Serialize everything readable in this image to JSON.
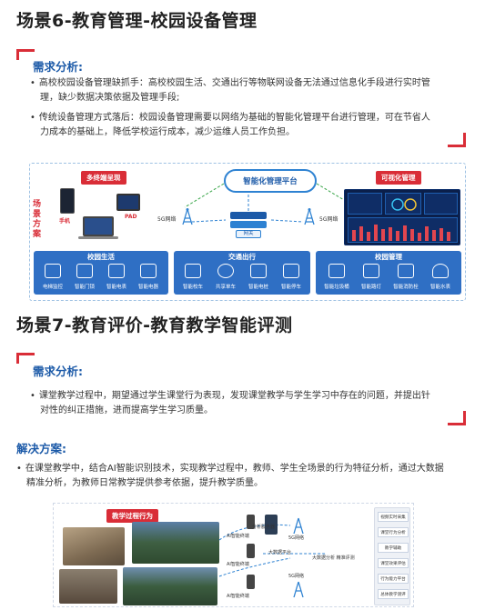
{
  "scene6": {
    "title": "场景6-教育管理-校园设备管理",
    "needs_heading": "需求分析:",
    "bullets": [
      "高校校园设备管理缺抓手：高校校园生活、交通出行等物联网设备无法通过信息化手段进行实时管理，缺少数据决策依据及管理手段;",
      "传统设备管理方式落后：校园设备管理需要以网络为基础的智能化管理平台进行管理，可在节省人力成本的基础上，降低学校运行成本，减少运维人员工作负担。"
    ],
    "bullet1_lines": [
      "高校校园设备管理缺抓手：高校校园生活、交通出行等物联网设备无法通过信息化手段进行实时管",
      "理，缺少数据决策依据及管理手段;"
    ],
    "bullet2_lines": [
      "传统设备管理方式落后：校园设备管理需要以网络为基础的智能化管理平台进行管理，可在节省人",
      "力成本的基础上，降低学校运行成本，减少运维人员工作负担。"
    ],
    "diagram": {
      "scene_label": "场景方案",
      "multi_terminal_tag": "多终端呈现",
      "visual_mgmt_tag": "可视化管理",
      "platform": "智能化管理平台",
      "phone": "手机",
      "pad": "PAD",
      "net_left": "5G网络",
      "net_right": "5G网络",
      "gateway": "网关",
      "bands": [
        {
          "title": "校园生活",
          "items": [
            "电梯监控",
            "智能门锁",
            "智能电表",
            "智能电器"
          ]
        },
        {
          "title": "交通出行",
          "items": [
            "智能校车",
            "共享单车",
            "智能电桩",
            "智能停车"
          ]
        },
        {
          "title": "校园管理",
          "items": [
            "智能垃圾桶",
            "智能路灯",
            "智能消防栓",
            "智能水表"
          ]
        }
      ]
    }
  },
  "scene7": {
    "title": "场景7-教育评价-教育教学智能评测",
    "needs_heading": "需求分析:",
    "needs_lines": [
      "课堂教学过程中，期望通过学生课堂行为表现，发现课堂教学与学生学习中存在的问题，并提出针",
      "对性的纠正措施，进而提高学生学习质量。"
    ],
    "needs_text": "课堂教学过程中，期望通过学生课堂行为表现，发现课堂教学与学生学习中存在的问题，并提出针对性的纠正措施，进而提高学生学习质量。",
    "solution_heading": "解决方案:",
    "solution_lines": [
      "在课堂教学中，结合AI智能识别技术，实现教学过程中，教师、学生全场景的行为特征分析，通过大数据",
      "精准分析，为教师日常教学提供参考依据，提升教学质量。"
    ],
    "solution_text": "在课堂教学中，结合AI智能识别技术，实现教学过程中，教师、学生全场景的行为特征分析，通过大数据精准分析，为教师日常教学提供参考依据，提升教学质量。",
    "diagram": {
      "tag": "教学过程行为",
      "labels": [
        "分析服务器",
        "AI智能终端",
        "AI智能终端",
        "AI智能终端",
        "5G网络",
        "5G网络",
        "大数据平台",
        "大数据分析 精准评测"
      ],
      "right_items": [
        "视频实时采集",
        "课堂行为分析",
        "教学辅助",
        "课堂效果评估",
        "行为能力平台",
        "总体教学测评"
      ]
    }
  },
  "colors": {
    "accent_red": "#d92d37",
    "heading_blue": "#1c5aa8",
    "band_blue": "#2f6fc4"
  }
}
